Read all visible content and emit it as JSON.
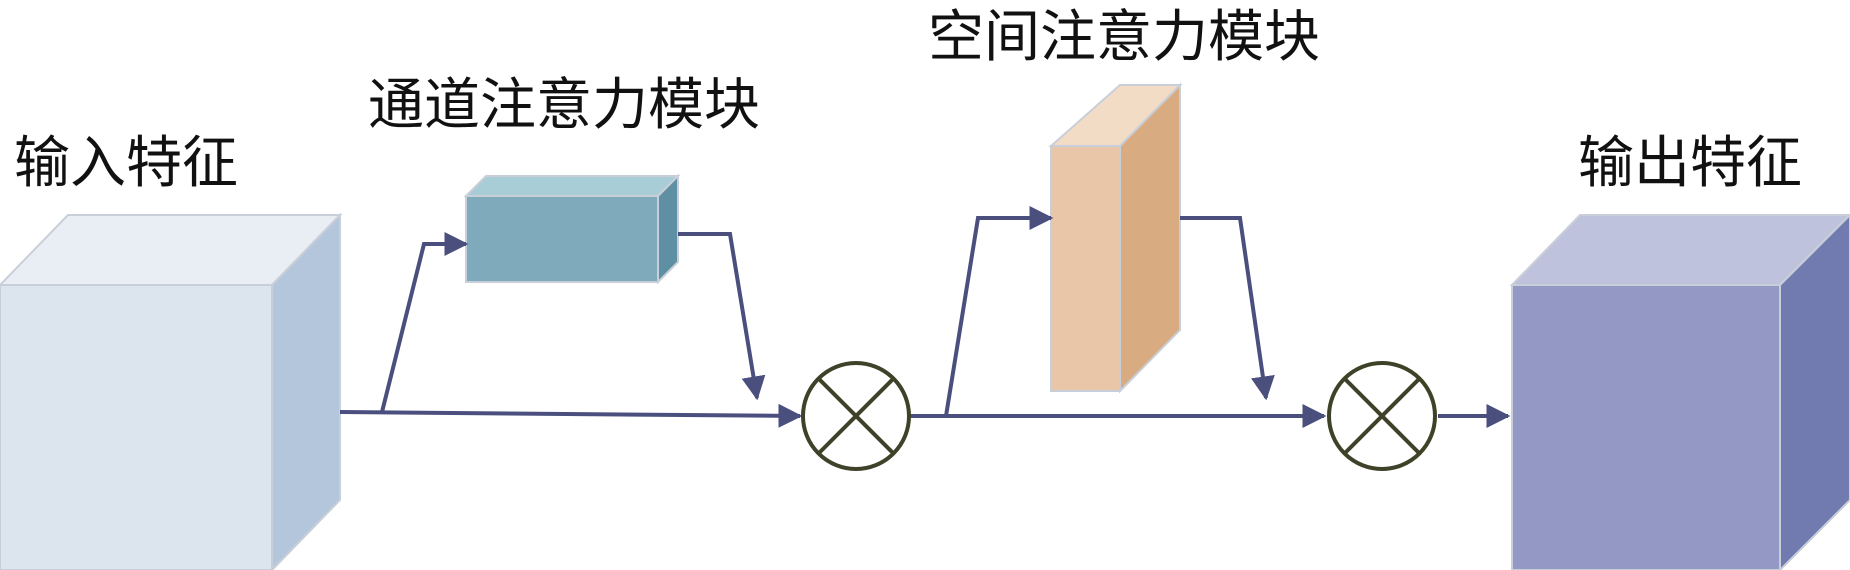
{
  "labels": {
    "input_feature": "输入特征",
    "channel_attention": "通道注意力模块",
    "spatial_attention": "空间注意力模块",
    "output_feature": "输出特征"
  },
  "colors": {
    "input_front": "#dce4ee",
    "input_top": "#e9eef4",
    "input_side": "#b3c6dc",
    "channel_front": "#7faabb",
    "channel_top": "#a8cdd6",
    "channel_side": "#5f8fa2",
    "spatial_front": "#e9c6a7",
    "spatial_top": "#f2dcc5",
    "spatial_side": "#d9ab80",
    "output_front": "#9399c4",
    "output_top": "#bfc2dd",
    "output_side": "#717bb0",
    "arrow": "#4a4f7e",
    "multiply_stroke": "#3f4228",
    "box_edge": "#c9cfd8"
  },
  "icons": {
    "multiply_1": "multiply-circle-icon",
    "multiply_2": "multiply-circle-icon"
  }
}
